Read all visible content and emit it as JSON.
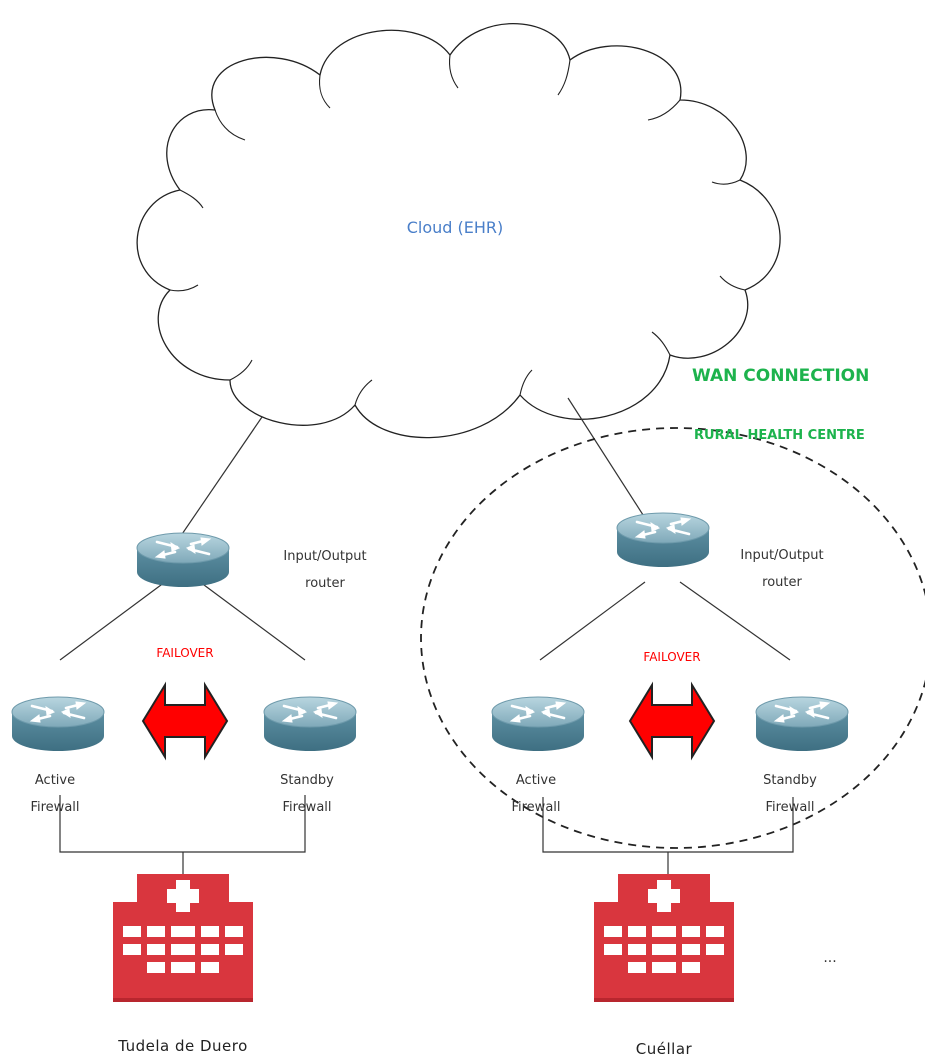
{
  "cloud": {
    "label": "Cloud (EHR)"
  },
  "legend": {
    "wan": "WAN CONNECTION",
    "rural": "RURAL HEALTH CENTRE"
  },
  "sites": [
    {
      "name": "Tudela de Duero",
      "router_label": "Input/Output\nrouter",
      "failover_label": "FAILOVER",
      "active_label": "Active\nFirewall",
      "standby_label": "Standby\nFirewall"
    },
    {
      "name": "Cuéllar",
      "router_label": "Input/Output\nrouter",
      "failover_label": "FAILOVER",
      "active_label": "Active\nFirewall",
      "standby_label": "Standby\nFirewall"
    }
  ],
  "more_indicator": "...",
  "colors": {
    "cloud_text": "#4a7fc9",
    "legend_green": "#1db34d",
    "failover_red": "#ff0000",
    "hospital_red": "#d9363e",
    "router_teal": "#5a8a9c"
  },
  "icons": [
    "router-icon",
    "failover-arrow-icon",
    "hospital-icon",
    "cloud-shape"
  ]
}
